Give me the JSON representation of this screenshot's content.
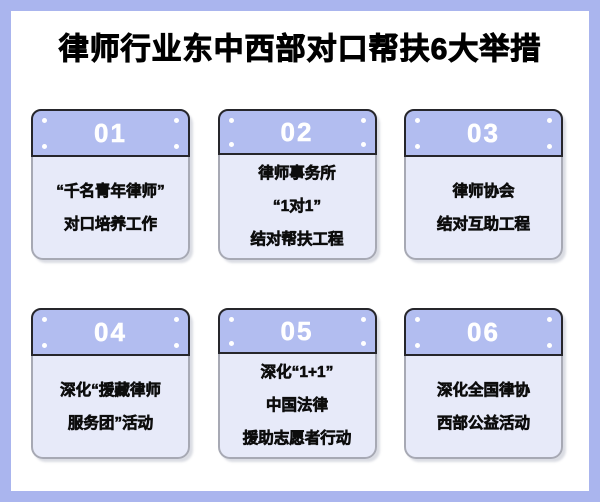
{
  "title": "律师行业东中西部对口帮扶6大举措",
  "colors": {
    "frame": "#aab5ee",
    "header_bg": "#b2bdf0",
    "body_bg": "#e7eaf9",
    "number_color": "#ffffff",
    "text_color": "#0d0d0d",
    "header_border": "#26262b",
    "body_border": "#a7a9b4"
  },
  "cards": [
    {
      "number": "01",
      "lines": [
        "“千名青年律师”",
        "对口培养工作"
      ]
    },
    {
      "number": "02",
      "lines": [
        "律师事务所",
        "“1对1”",
        "结对帮扶工程"
      ]
    },
    {
      "number": "03",
      "lines": [
        "律师协会",
        "结对互助工程"
      ]
    },
    {
      "number": "04",
      "lines": [
        "深化“援藏律师",
        "服务团”活动"
      ]
    },
    {
      "number": "05",
      "lines": [
        "深化“1+1”",
        "中国法律",
        "援助志愿者行动"
      ]
    },
    {
      "number": "06",
      "lines": [
        "深化全国律协",
        "西部公益活动"
      ]
    }
  ]
}
